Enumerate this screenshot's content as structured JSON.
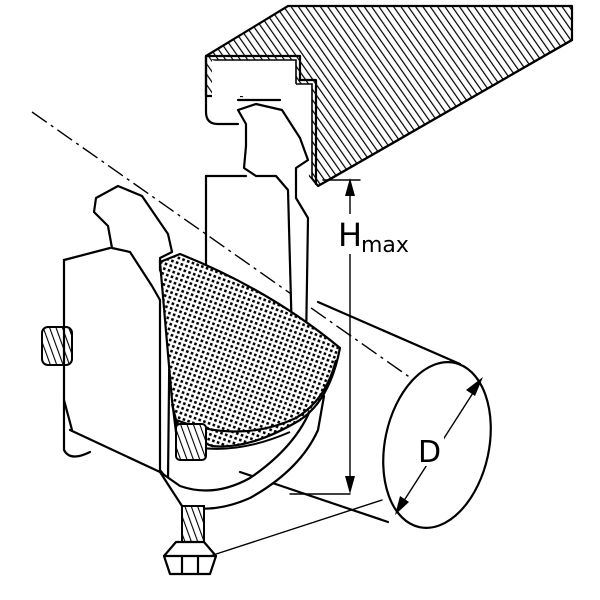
{
  "diagram": {
    "labels": {
      "height_main": "H",
      "height_sub": "max",
      "diameter": "D"
    }
  }
}
